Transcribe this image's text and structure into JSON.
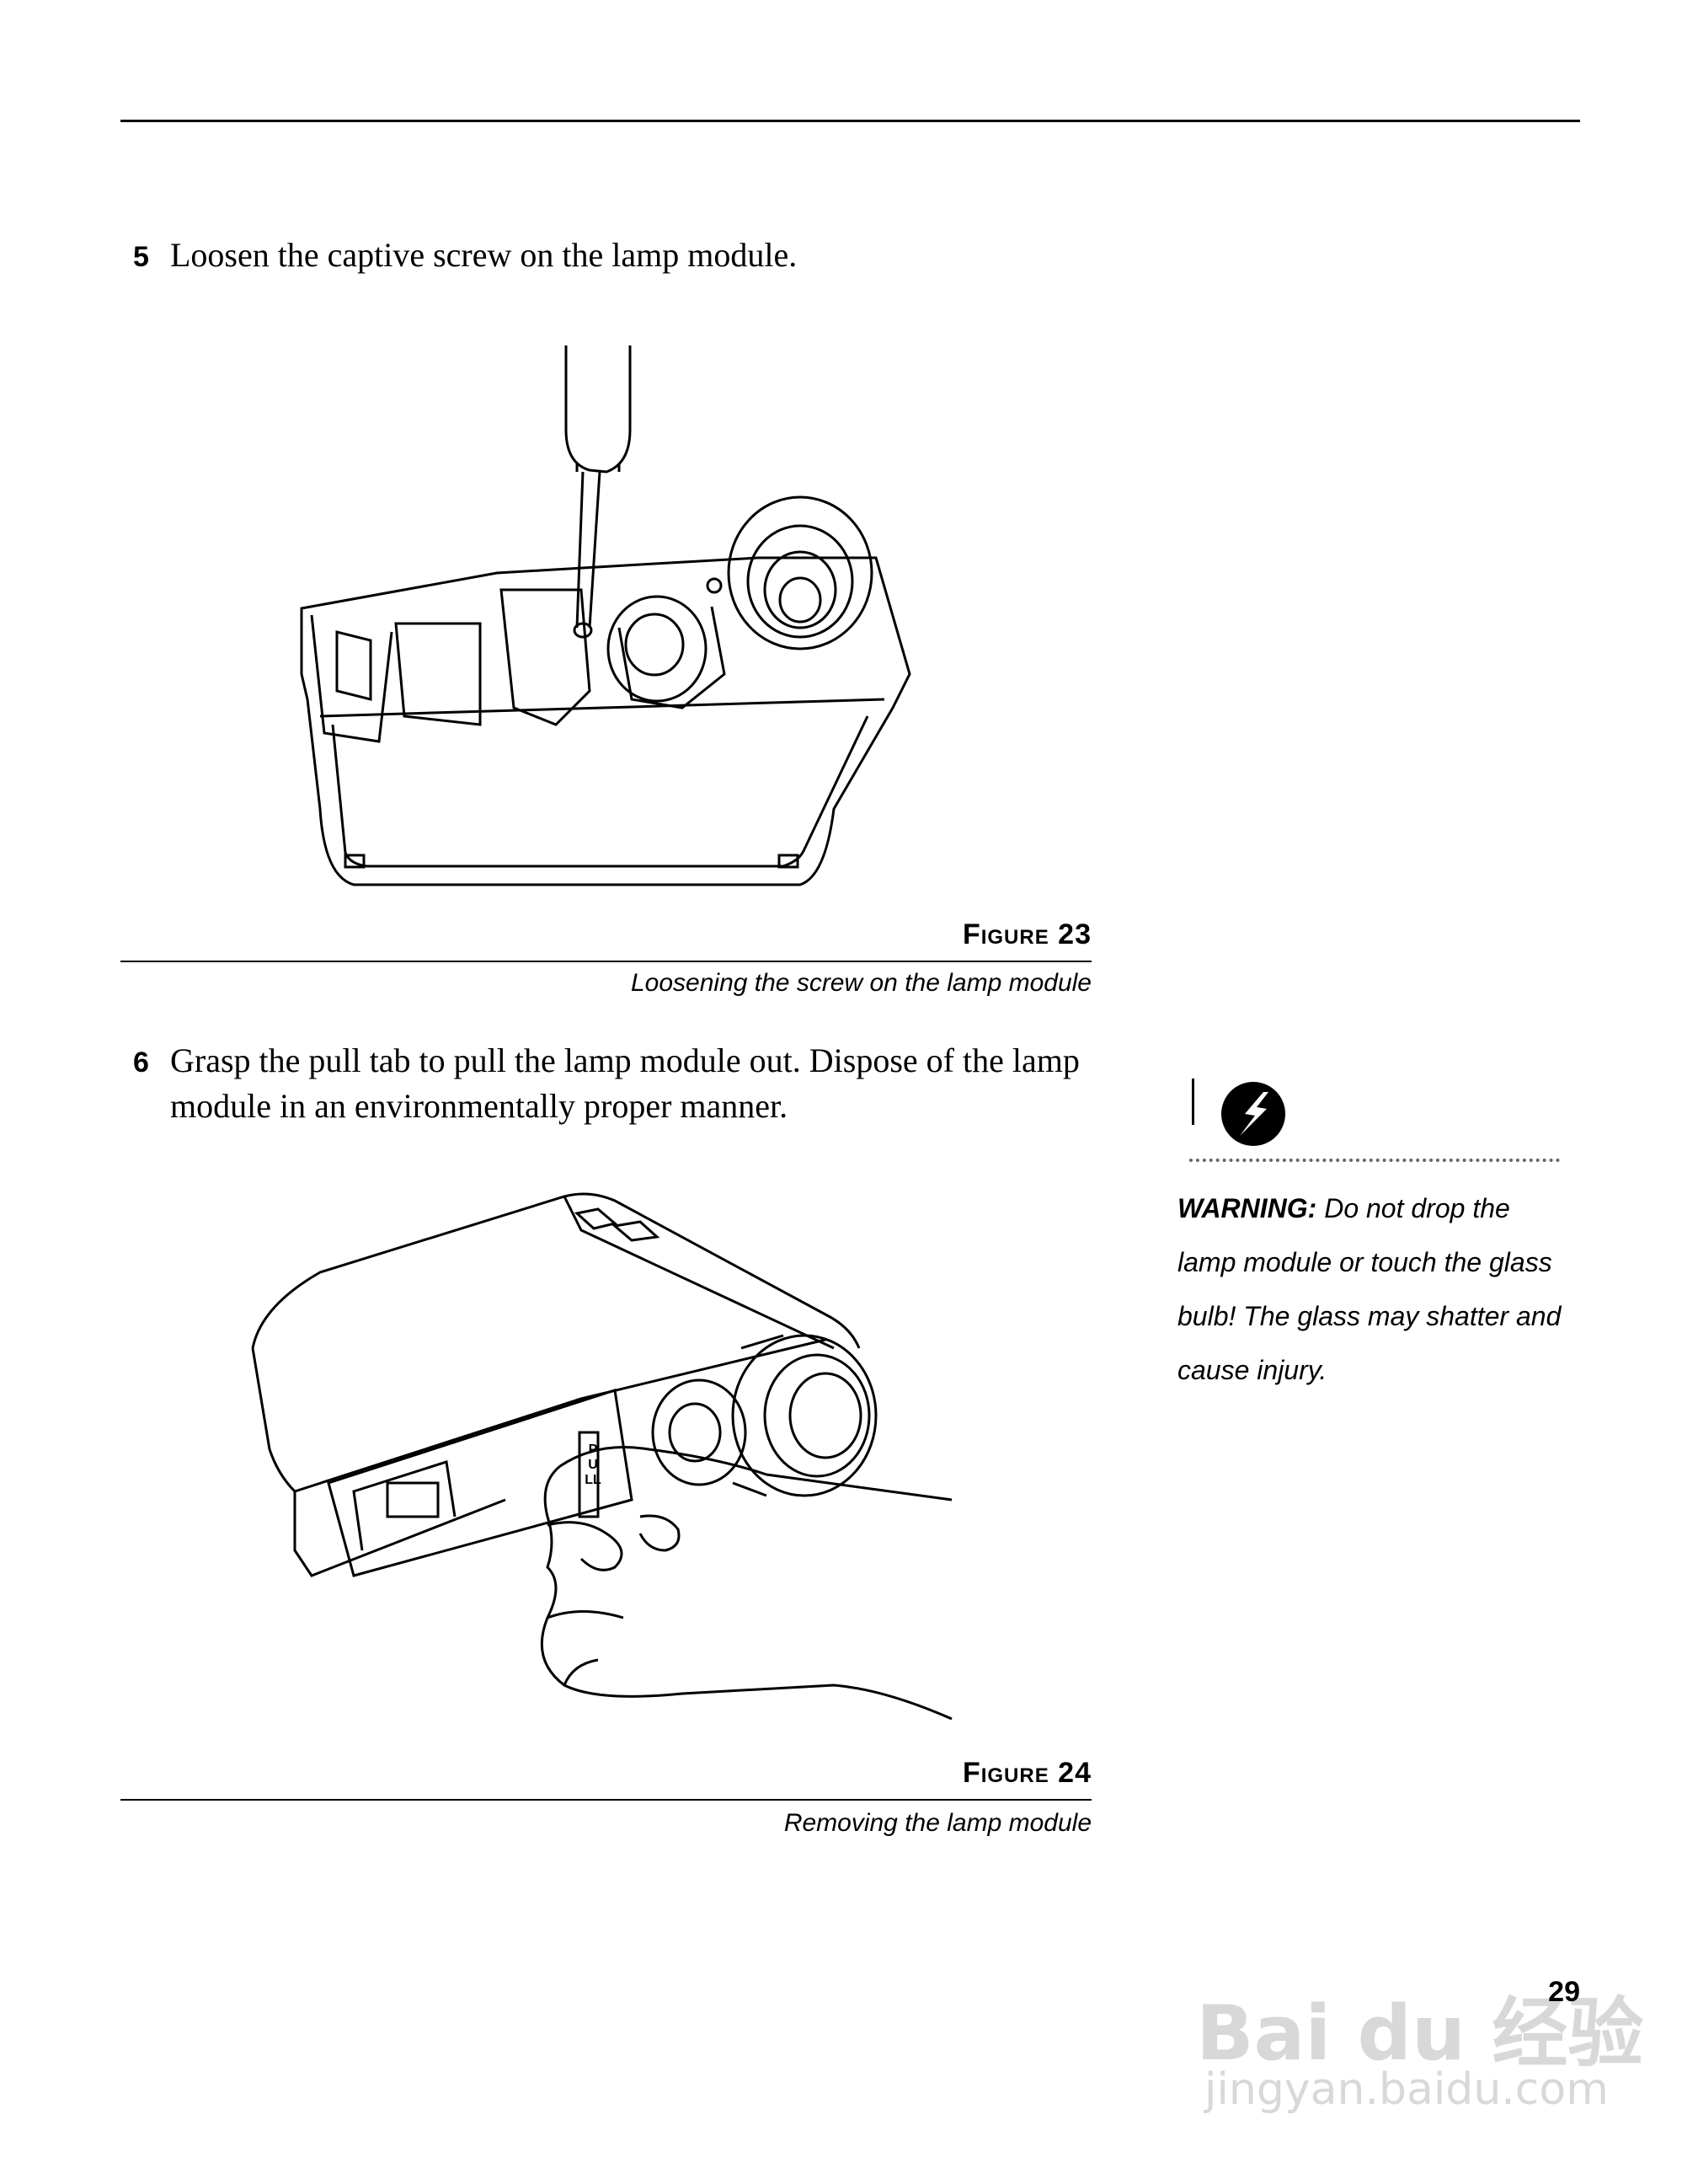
{
  "steps": [
    {
      "number": "5",
      "text": "Loosen the captive screw on the lamp module."
    },
    {
      "number": "6",
      "text": "Grasp the pull tab to pull the lamp module out. Dispose of the lamp module in an environmentally proper manner."
    }
  ],
  "figures": [
    {
      "title": "Figure 23",
      "caption": "Loosening the screw on the lamp module"
    },
    {
      "title": "Figure 24",
      "caption": "Removing the lamp module"
    }
  ],
  "warning": {
    "label": "WARNING:",
    "text": "Do not drop the lamp module or touch the glass bulb! The glass may shatter and cause injury.",
    "icon": "lightning-warning-icon"
  },
  "pull_tab_text": "PULL",
  "page_number": "29",
  "watermark": {
    "brand": "Bai du 经验",
    "url": "jingyan.baidu.com"
  }
}
